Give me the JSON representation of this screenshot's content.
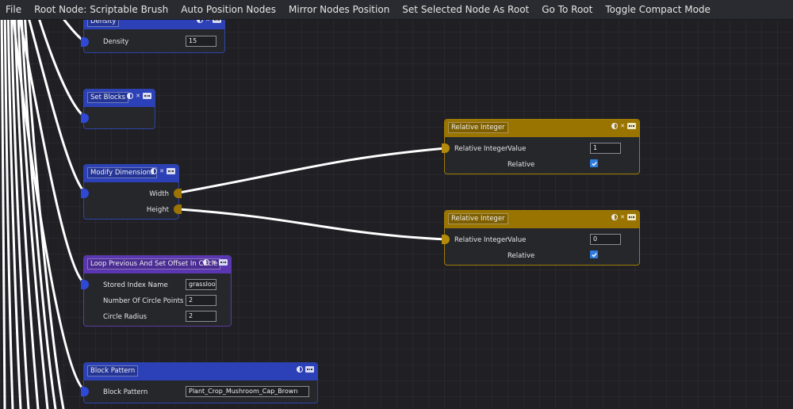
{
  "menu": {
    "items": [
      "File",
      "Root Node: Scriptable Brush",
      "Auto Position Nodes",
      "Mirror Nodes Position",
      "Set Selected Node As Root",
      "Go To Root",
      "Toggle Compact Mode"
    ]
  },
  "colors": {
    "background": "#1f1f24",
    "blue_header": "#2c41b8",
    "yellow_header": "#9a7400",
    "purple_header": "#5b36b3",
    "checkbox": "#2f7be0"
  },
  "nodes": {
    "density": {
      "title": "Density",
      "field_label": "Density",
      "field_value": "15"
    },
    "set_blocks": {
      "title": "Set Blocks"
    },
    "modify_dimensions": {
      "title": "Modify Dimensions",
      "output_width": "Width",
      "output_height": "Height"
    },
    "loop_circle": {
      "title": "Loop Previous And Set Offset In Circle",
      "stored_index_label": "Stored Index Name",
      "stored_index_value": "grassloop",
      "circle_points_label": "Number Of Circle Points",
      "circle_points_value": "2",
      "circle_radius_label": "Circle Radius",
      "circle_radius_value": "2"
    },
    "block_pattern": {
      "title": "Block Pattern",
      "field_label": "Block Pattern",
      "field_value": "Plant_Crop_Mushroom_Cap_Brown"
    },
    "relative_integer_1": {
      "title": "Relative Integer",
      "input_label": "Relative Integer",
      "value_label": "Value",
      "value": "1",
      "relative_label": "Relative",
      "relative_checked": true
    },
    "relative_integer_2": {
      "title": "Relative Integer",
      "input_label": "Relative Integer",
      "value_label": "Value",
      "value": "0",
      "relative_label": "Relative",
      "relative_checked": true
    }
  }
}
